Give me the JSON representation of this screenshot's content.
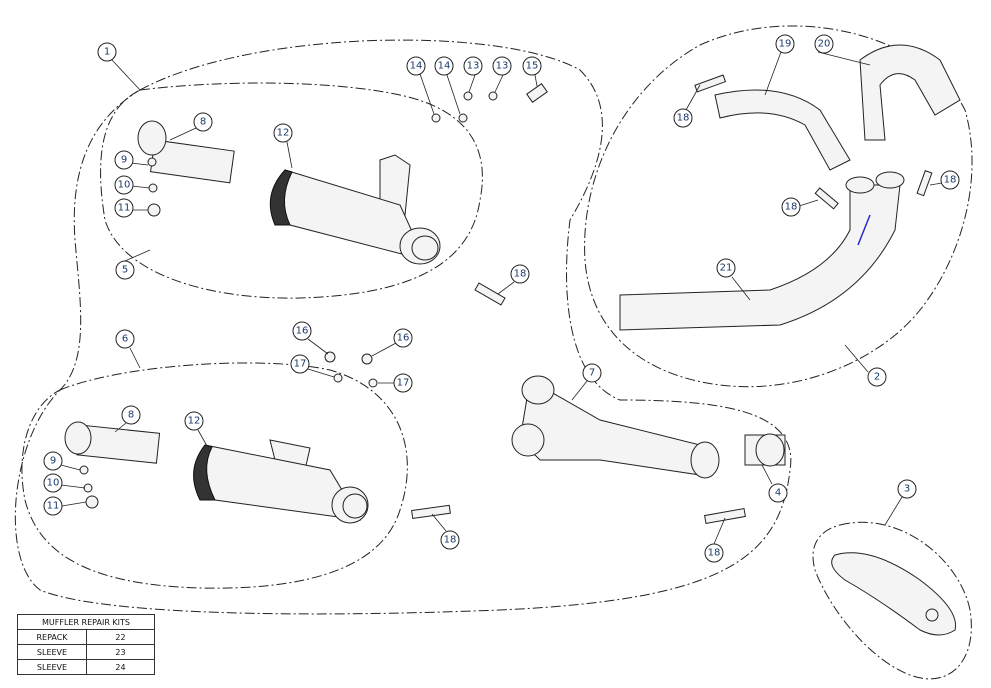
{
  "callouts": [
    {
      "id": "c1",
      "label": "1"
    },
    {
      "id": "c5",
      "label": "5"
    },
    {
      "id": "c8a",
      "label": "8"
    },
    {
      "id": "c9a",
      "label": "9"
    },
    {
      "id": "c10a",
      "label": "10"
    },
    {
      "id": "c11a",
      "label": "11"
    },
    {
      "id": "c12a",
      "label": "12"
    },
    {
      "id": "c14a",
      "label": "14"
    },
    {
      "id": "c14b",
      "label": "14"
    },
    {
      "id": "c13a",
      "label": "13"
    },
    {
      "id": "c13b",
      "label": "13"
    },
    {
      "id": "c15",
      "label": "15"
    },
    {
      "id": "c18a",
      "label": "18"
    },
    {
      "id": "c16a",
      "label": "16"
    },
    {
      "id": "c16b",
      "label": "16"
    },
    {
      "id": "c17a",
      "label": "17"
    },
    {
      "id": "c17b",
      "label": "17"
    },
    {
      "id": "c6",
      "label": "6"
    },
    {
      "id": "c8b",
      "label": "8"
    },
    {
      "id": "c12b",
      "label": "12"
    },
    {
      "id": "c9b",
      "label": "9"
    },
    {
      "id": "c10b",
      "label": "10"
    },
    {
      "id": "c11b",
      "label": "11"
    },
    {
      "id": "c18b",
      "label": "18"
    },
    {
      "id": "c7",
      "label": "7"
    },
    {
      "id": "c4",
      "label": "4"
    },
    {
      "id": "c18c",
      "label": "18"
    },
    {
      "id": "c19",
      "label": "19"
    },
    {
      "id": "c20",
      "label": "20"
    },
    {
      "id": "c18d",
      "label": "18"
    },
    {
      "id": "c18e",
      "label": "18"
    },
    {
      "id": "c18f",
      "label": "18"
    },
    {
      "id": "c21",
      "label": "21"
    },
    {
      "id": "c2",
      "label": "2"
    },
    {
      "id": "c3",
      "label": "3"
    }
  ],
  "repair_kits": {
    "title": "MUFFLER REPAIR KITS",
    "rows": [
      {
        "name": "REPACK",
        "code": "22"
      },
      {
        "name": "SLEEVE",
        "code": "23"
      },
      {
        "name": "SLEEVE",
        "code": "24"
      }
    ]
  }
}
